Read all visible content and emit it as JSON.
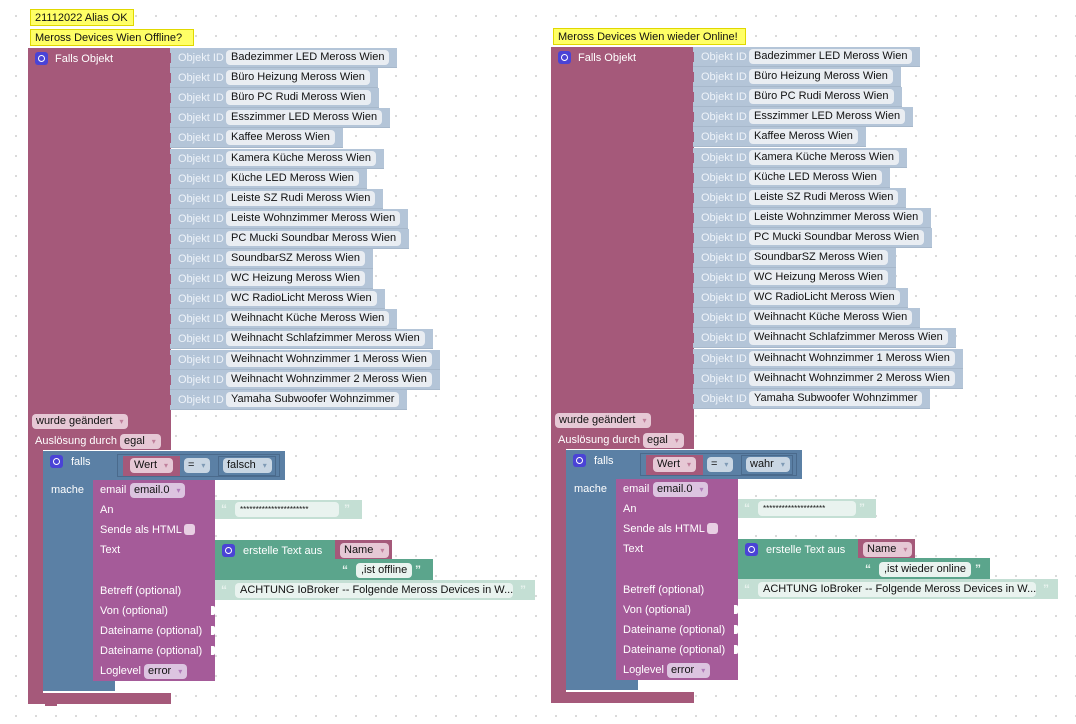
{
  "left": {
    "comments": [
      "21112022 Alias OK",
      "Meross Devices Wien Offline?"
    ],
    "trigger_label": "Falls Objekt",
    "object_id_label": "Objekt ID",
    "objects": [
      "Badezimmer LED Meross Wien",
      "Büro Heizung Meross Wien",
      "Büro PC Rudi Meross Wien",
      "Esszimmer LED Meross Wien",
      "Kaffee Meross Wien",
      "Kamera Küche Meross Wien",
      "Küche LED Meross Wien",
      "Leiste SZ Rudi Meross Wien",
      "Leiste Wohnzimmer Meross Wien",
      "PC Mucki Soundbar Meross Wien",
      "SoundbarSZ Meross Wien",
      "WC Heizung Meross Wien",
      "WC RadioLicht Meross Wien",
      "Weihnacht Küche Meross Wien",
      "Weihnacht Schlafzimmer Meross Wien",
      "Weihnacht Wohnzimmer 1 Meross Wien",
      "Weihnacht Wohnzimmer 2 Meross Wien",
      "Yamaha Subwoofer Wohnzimmer"
    ],
    "changed": "wurde geändert",
    "trigger_by_label": "Auslösung durch",
    "trigger_by_value": "egal",
    "if_label": "falls",
    "cond_var": "Wert",
    "cond_op": "=",
    "cond_value": "falsch",
    "do_label": "mache",
    "email_label": "email",
    "email_instance": "email.0",
    "to_label": "An",
    "to_value": "**********************",
    "html_label": "Sende als HTML",
    "text_label": "Text",
    "create_text_label": "erstelle Text aus",
    "name_var": "Name",
    "suffix": ",ist offline",
    "subject_label": "Betreff (optional)",
    "subject_value": "ACHTUNG IoBroker -- Folgende Meross Devices in W...",
    "from_label": "Von (optional)",
    "file1_label": "Dateiname (optional)",
    "file2_label": "Dateiname (optional)",
    "loglevel_label": "Loglevel",
    "loglevel_value": "error"
  },
  "right": {
    "comments": [
      "Meross Devices Wien wieder Online!"
    ],
    "trigger_label": "Falls Objekt",
    "object_id_label": "Objekt ID",
    "objects": [
      "Badezimmer LED Meross Wien",
      "Büro Heizung Meross Wien",
      "Büro PC Rudi Meross Wien",
      "Esszimmer LED Meross Wien",
      "Kaffee Meross Wien",
      "Kamera Küche Meross Wien",
      "Küche LED Meross Wien",
      "Leiste SZ Rudi Meross Wien",
      "Leiste Wohnzimmer Meross Wien",
      "PC Mucki Soundbar Meross Wien",
      "SoundbarSZ Meross Wien",
      "WC Heizung Meross Wien",
      "WC RadioLicht Meross Wien",
      "Weihnacht Küche Meross Wien",
      "Weihnacht Schlafzimmer Meross Wien",
      "Weihnacht Wohnzimmer 1 Meross Wien",
      "Weihnacht Wohnzimmer 2 Meross Wien",
      "Yamaha Subwoofer Wohnzimmer"
    ],
    "changed": "wurde geändert",
    "trigger_by_label": "Auslösung durch",
    "trigger_by_value": "egal",
    "if_label": "falls",
    "cond_var": "Wert",
    "cond_op": "=",
    "cond_value": "wahr",
    "do_label": "mache",
    "email_label": "email",
    "email_instance": "email.0",
    "to_label": "An",
    "to_value": "********************",
    "html_label": "Sende als HTML",
    "text_label": "Text",
    "create_text_label": "erstelle Text aus",
    "name_var": "Name",
    "suffix": ",ist wieder online",
    "subject_label": "Betreff (optional)",
    "subject_value": "ACHTUNG IoBroker -- Folgende Meross Devices in W...",
    "from_label": "Von (optional)",
    "file1_label": "Dateiname (optional)",
    "file2_label": "Dateiname (optional)",
    "loglevel_label": "Loglevel",
    "loglevel_value": "error"
  },
  "colors": {
    "trigger_block": "#a5597a",
    "object_block": "#b4c5d8",
    "logic_block": "#5b80a5",
    "email_block": "#a55b99",
    "text_block": "#5ba58c",
    "comment": "#ffff66"
  }
}
